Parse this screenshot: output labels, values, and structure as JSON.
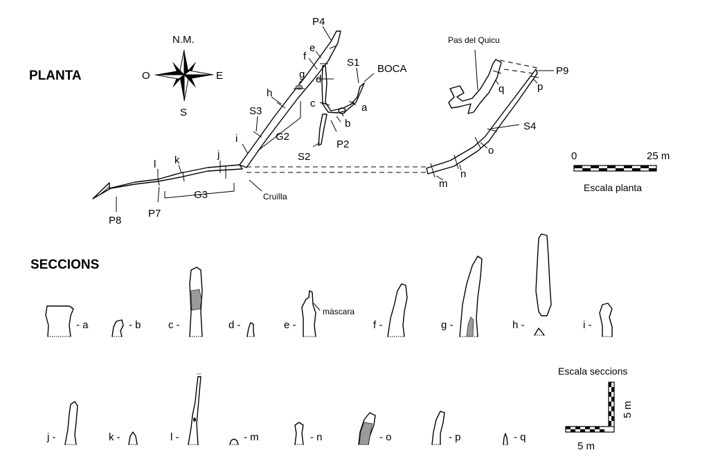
{
  "headings": {
    "plan": "PLANTA",
    "sections": "SECCIONS"
  },
  "compass": {
    "north": "N.M.",
    "west": "O",
    "east": "E",
    "south": "S"
  },
  "plan_labels": {
    "P4": "P4",
    "e": "e",
    "f": "f",
    "g": "g",
    "d": "d",
    "S1": "S1",
    "BOCA": "BOCA",
    "h": "h",
    "c": "c",
    "a": "a",
    "b": "b",
    "S3": "S3",
    "G2": "G2",
    "P2": "P2",
    "i": "i",
    "S2": "S2",
    "j": "j",
    "k": "k",
    "l": "l",
    "G3": "G3",
    "cruilla": "Cruïlla",
    "P7": "P7",
    "P8": "P8",
    "pas_del_quicu": "Pas del Quicu",
    "q": "q",
    "P9": "P9",
    "p": "p",
    "S4": "S4",
    "o": "o",
    "n": "n",
    "m": "m"
  },
  "plan_scale": {
    "start": "0",
    "end": "25 m",
    "caption": "Escala planta"
  },
  "sections": [
    {
      "id": "a",
      "label": "- a"
    },
    {
      "id": "b",
      "label": "- b"
    },
    {
      "id": "c",
      "label": "c -"
    },
    {
      "id": "d",
      "label": "d -"
    },
    {
      "id": "e",
      "label": "e -",
      "note": "màscara"
    },
    {
      "id": "f",
      "label": "f -"
    },
    {
      "id": "g",
      "label": "g -"
    },
    {
      "id": "h",
      "label": "h -"
    },
    {
      "id": "i",
      "label": "i -"
    },
    {
      "id": "j",
      "label": "j -"
    },
    {
      "id": "k",
      "label": "k -"
    },
    {
      "id": "l",
      "label": "l -"
    },
    {
      "id": "m",
      "label": "- m"
    },
    {
      "id": "n",
      "label": "- n"
    },
    {
      "id": "o",
      "label": "- o"
    },
    {
      "id": "p",
      "label": "- p"
    },
    {
      "id": "q",
      "label": "- q"
    }
  ],
  "section_scale": {
    "caption": "Escala seccions",
    "horizontal": "5 m",
    "vertical": "5 m"
  }
}
